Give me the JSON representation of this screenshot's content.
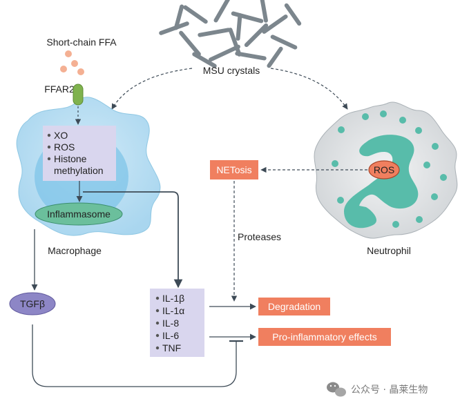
{
  "labels": {
    "short_chain_ffa": "Short-chain FFA",
    "msu_crystals": "MSU crystals",
    "ffar2": "FFAR2",
    "macrophage": "Macrophage",
    "neutrophil": "Neutrophil",
    "proteases": "Proteases"
  },
  "macrophage_box": {
    "items": [
      "XO",
      "ROS",
      "Histone",
      "methylation"
    ]
  },
  "inflammasome": "Inflammasome",
  "tgfb": "TGFβ",
  "netosis": "NETosis",
  "ros_neutrophil": "ROS",
  "cytokines": [
    "IL-1β",
    "IL-1α",
    "IL-8",
    "IL-6",
    "TNF"
  ],
  "outcomes": {
    "degradation": "Degradation",
    "pro_inflammatory": "Pro-inflammatory effects"
  },
  "watermark": "公众号 · 晶莱生物",
  "colors": {
    "macrophage_fill": "#b5def1",
    "macrophage_inner": "#7fc4e8",
    "box_lavender": "#d9d6ee",
    "inflammasome": "#6bbf9c",
    "tgfb": "#8d86c6",
    "orange": "#f07f5f",
    "ffar2_green": "#7fb24e",
    "neutrophil_fill": "#e3e5e6",
    "teal": "#58bcaa",
    "crystal": "#7c868d",
    "ffa_dot": "#f4b093"
  }
}
